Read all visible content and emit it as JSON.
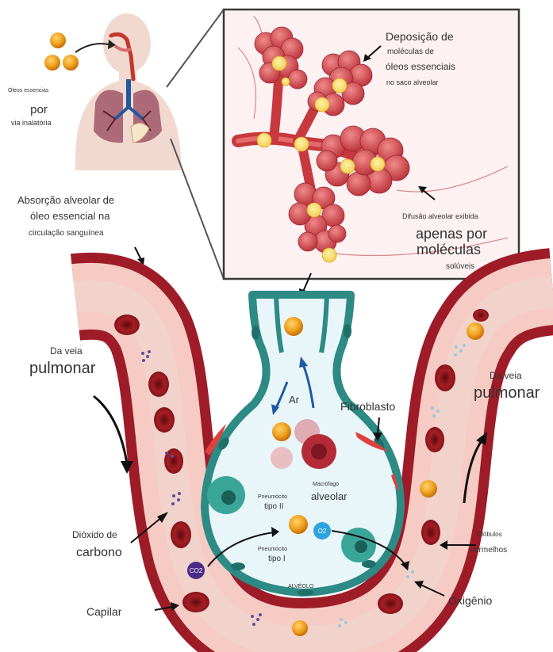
{
  "labels": {
    "oils_title": "Óleos essencias",
    "oils_por": "por",
    "oils_via": "via inalatória",
    "absorption_line1": "Absorção alveolar de",
    "absorption_line2": "óleo essencial na",
    "absorption_line3": "circulação sanguínea",
    "deposition_line1": "Deposição de",
    "deposition_line2": "moléculas de",
    "deposition_line3": "óleos essenciais",
    "deposition_line4": "no saco alveolar",
    "diffusion_line1": "Difusão alveolar exibida",
    "diffusion_line2": "apenas por",
    "diffusion_line3": "moléculas",
    "diffusion_line4": "solúveis",
    "left_vein_line1": "Da veia",
    "left_vein_line2": "pulmonar",
    "right_vein_line1": "Da veia",
    "right_vein_line2": "pulmonar",
    "air": "Ar",
    "fibroblast": "Fibroblasto",
    "macrophage_line1": "Macrófago",
    "macrophage_line2": "alveolar",
    "pneumocyte2_line1": "Pneumócito",
    "pneumocyte2_line2": "tipo II",
    "pneumocyte1_line1": "Pneumócito",
    "pneumocyte1_line2": "tipo I",
    "co2_line1": "Dióxido de",
    "co2_line2": "carbono",
    "red_cells_line1": "Glóbulos",
    "red_cells_line2": "vermelhos",
    "capillary": "Capilar",
    "oxygen": "Oxigênio",
    "alveolus": "ALVÉOLO"
  },
  "icons": {
    "co2_badge": "CO2",
    "o2_badge": "O2"
  },
  "colors": {
    "oil_molecule": "#f0a020",
    "vessel_dark": "#a51e2a",
    "vessel_light": "#f3c6c0",
    "alveolus_wall": "#2d8a84",
    "alveolus_fill": "#e9f6f9",
    "rbc": "#8e1a1e",
    "o2": "#2ea3e0",
    "co2": "#4b2b86"
  }
}
